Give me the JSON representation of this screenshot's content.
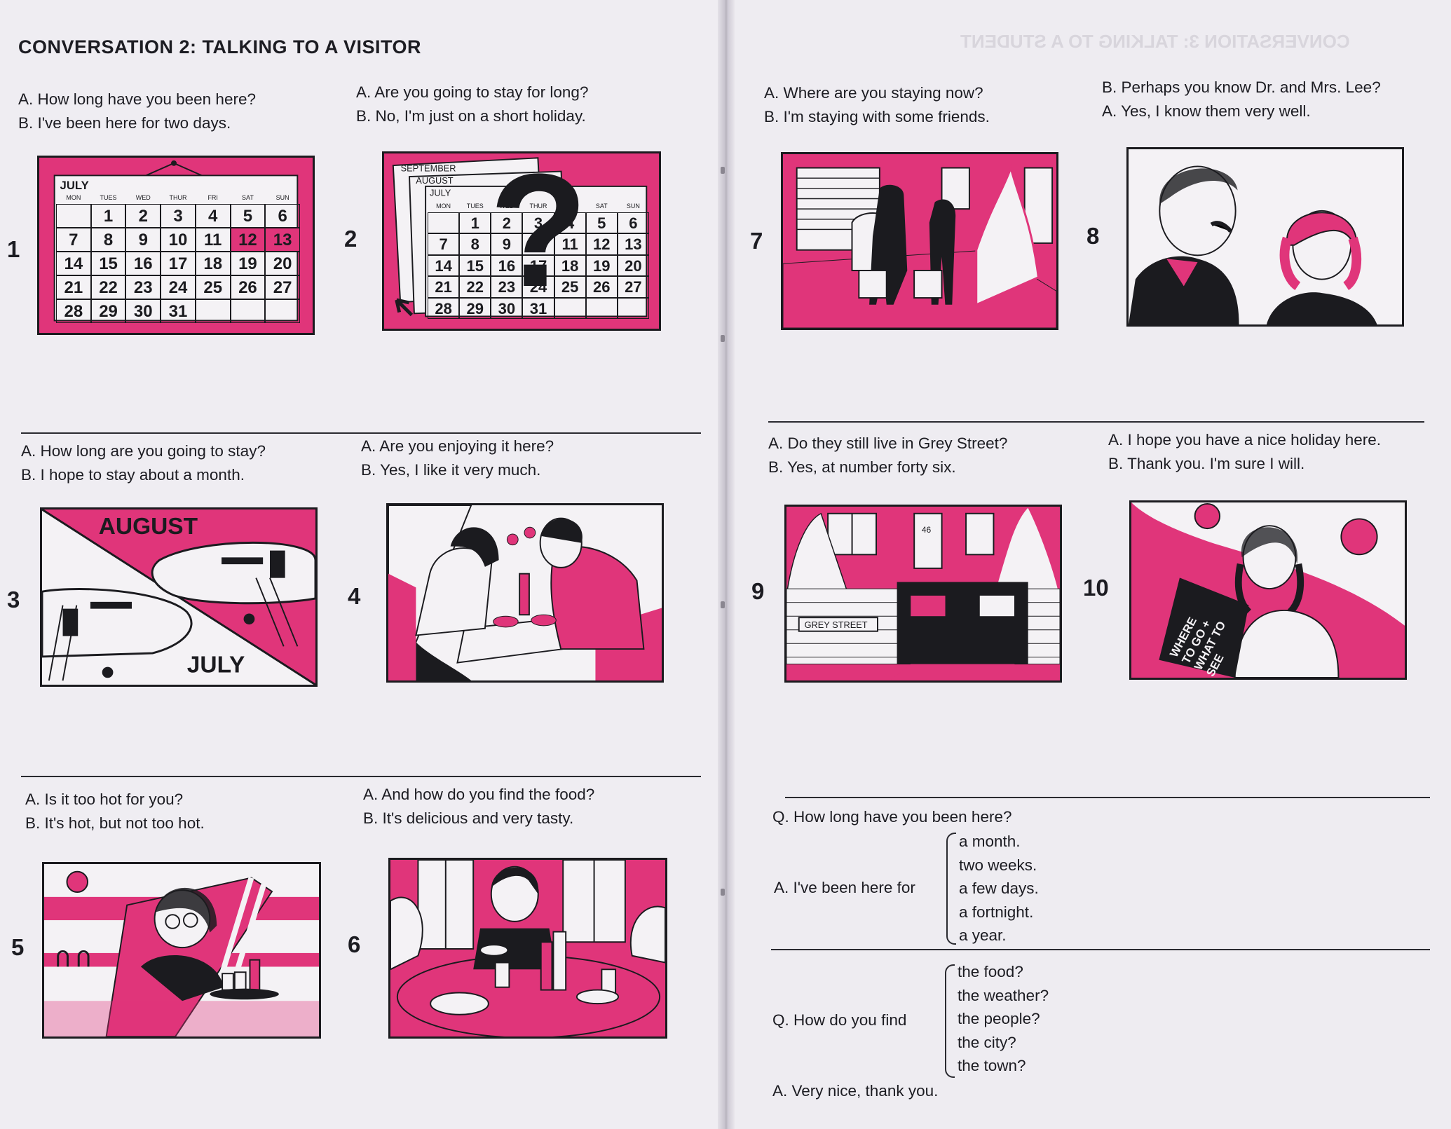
{
  "title": "CONVERSATION 2:  TALKING TO A VISITOR",
  "dialogs": [
    {
      "num": "1",
      "a": "A. How long have you been here?",
      "b": "B. I've been here for two days."
    },
    {
      "num": "2",
      "a": "A. Are you going to stay for long?",
      "b": "B. No, I'm just on a short holiday."
    },
    {
      "num": "3",
      "a": "A. How long are you going to stay?",
      "b": "B. I hope to stay about a month."
    },
    {
      "num": "4",
      "a": "A. Are you enjoying it here?",
      "b": "B. Yes, I like it very much."
    },
    {
      "num": "5",
      "a": "A. Is it too hot for you?",
      "b": "B. It's hot, but not too hot."
    },
    {
      "num": "6",
      "a": "A. And how do you find the food?",
      "b": "B. It's delicious and very tasty."
    },
    {
      "num": "7",
      "a": "A. Where are you staying now?",
      "b": "B. I'm staying with some friends."
    },
    {
      "num": "8",
      "a": "B. Perhaps you know Dr. and Mrs. Lee?",
      "b": "A. Yes, I know them very well."
    },
    {
      "num": "9",
      "a": "A. Do they still live in Grey Street?",
      "b": "B. Yes, at number forty six."
    },
    {
      "num": "10",
      "a": "A. I hope you have a nice holiday here.",
      "b": "B. Thank you. I'm sure I will."
    }
  ],
  "calendar": {
    "month": "JULY",
    "days": [
      "MON",
      "TUES",
      "WED",
      "THUR",
      "FRI",
      "SAT",
      "SUN"
    ],
    "weeks": [
      [
        "",
        "1",
        "2",
        "3",
        "4",
        "5",
        "6"
      ],
      [
        "7",
        "8",
        "9",
        "10",
        "11",
        "12",
        "13"
      ],
      [
        "14",
        "15",
        "16",
        "17",
        "18",
        "19",
        "20"
      ],
      [
        "21",
        "22",
        "23",
        "24",
        "25",
        "26",
        "27"
      ],
      [
        "28",
        "29",
        "30",
        "31",
        "",
        "",
        ""
      ]
    ],
    "stack_months": [
      "SEPTEMBER",
      "AUGUST",
      "JULY"
    ],
    "question_mark": "?"
  },
  "picture_text": {
    "august": "AUGUST",
    "july": "JULY",
    "street_sign": "GREY STREET",
    "house_number": "46",
    "book_title": [
      "WHERE",
      "TO GO +",
      "WHAT TO",
      "SEE"
    ]
  },
  "substitution_1": {
    "question": "Q. How long have you been here?",
    "answer_stem": "A. I've been here for",
    "options": [
      "a month.",
      "two weeks.",
      "a few days.",
      "a fortnight.",
      "a year."
    ]
  },
  "substitution_2": {
    "question_stem": "Q. How do you find",
    "options": [
      "the food?",
      "the weather?",
      "the people?",
      "the city?",
      "the town?"
    ],
    "answer": "A. Very nice, thank you."
  },
  "colors": {
    "accent": "#e0357a",
    "ink": "#1b1b1f",
    "paper": "#efedf2"
  }
}
